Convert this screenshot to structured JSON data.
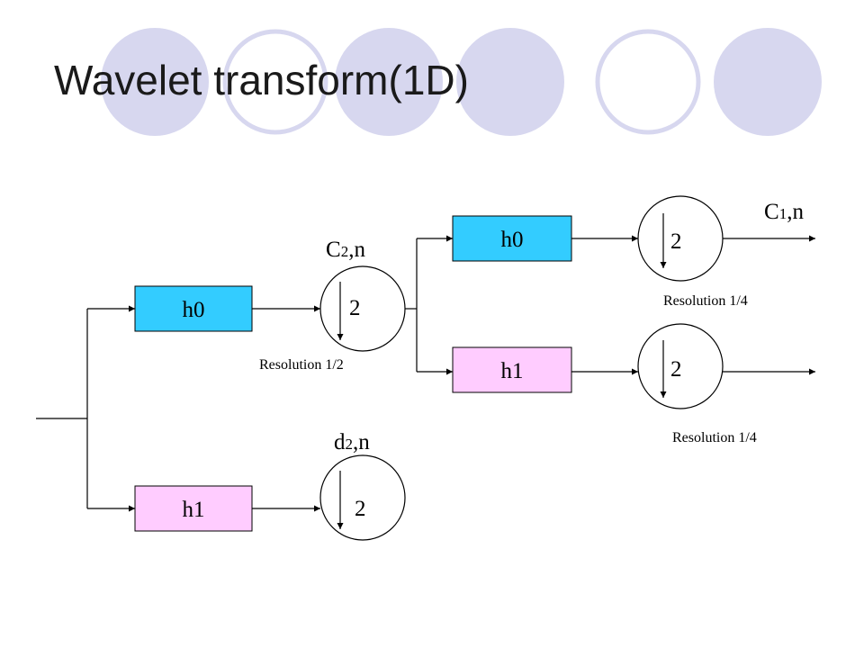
{
  "slide": {
    "title": "Wavelet transform(1D)",
    "colors": {
      "lowpass_fill": "#33ccff",
      "highpass_fill": "#ffccff",
      "deco_filled": "#d7d7ef",
      "deco_outline": "#d7d7ef",
      "line": "#000000"
    }
  },
  "diagram": {
    "filters": {
      "level1_lowpass": "h0",
      "level1_highpass": "h1",
      "level2_lowpass": "h0",
      "level2_highpass": "h1"
    },
    "downsamplers": {
      "level1_lowpass_factor": "2",
      "level1_highpass_factor": "2",
      "level2_lowpass_factor": "2",
      "level2_highpass_factor": "2"
    },
    "labels": {
      "c2": {
        "base": "C",
        "sub": "2",
        "tail": ",n"
      },
      "d2": {
        "base": "d",
        "sub": "2",
        "tail": ",n"
      },
      "c1": {
        "base": "C",
        "sub": "1",
        "tail": ",n"
      }
    },
    "resolutions": {
      "level1": "Resolution 1/2",
      "level2_top": "Resolution 1/4",
      "level2_bottom": "Resolution 1/4"
    }
  }
}
